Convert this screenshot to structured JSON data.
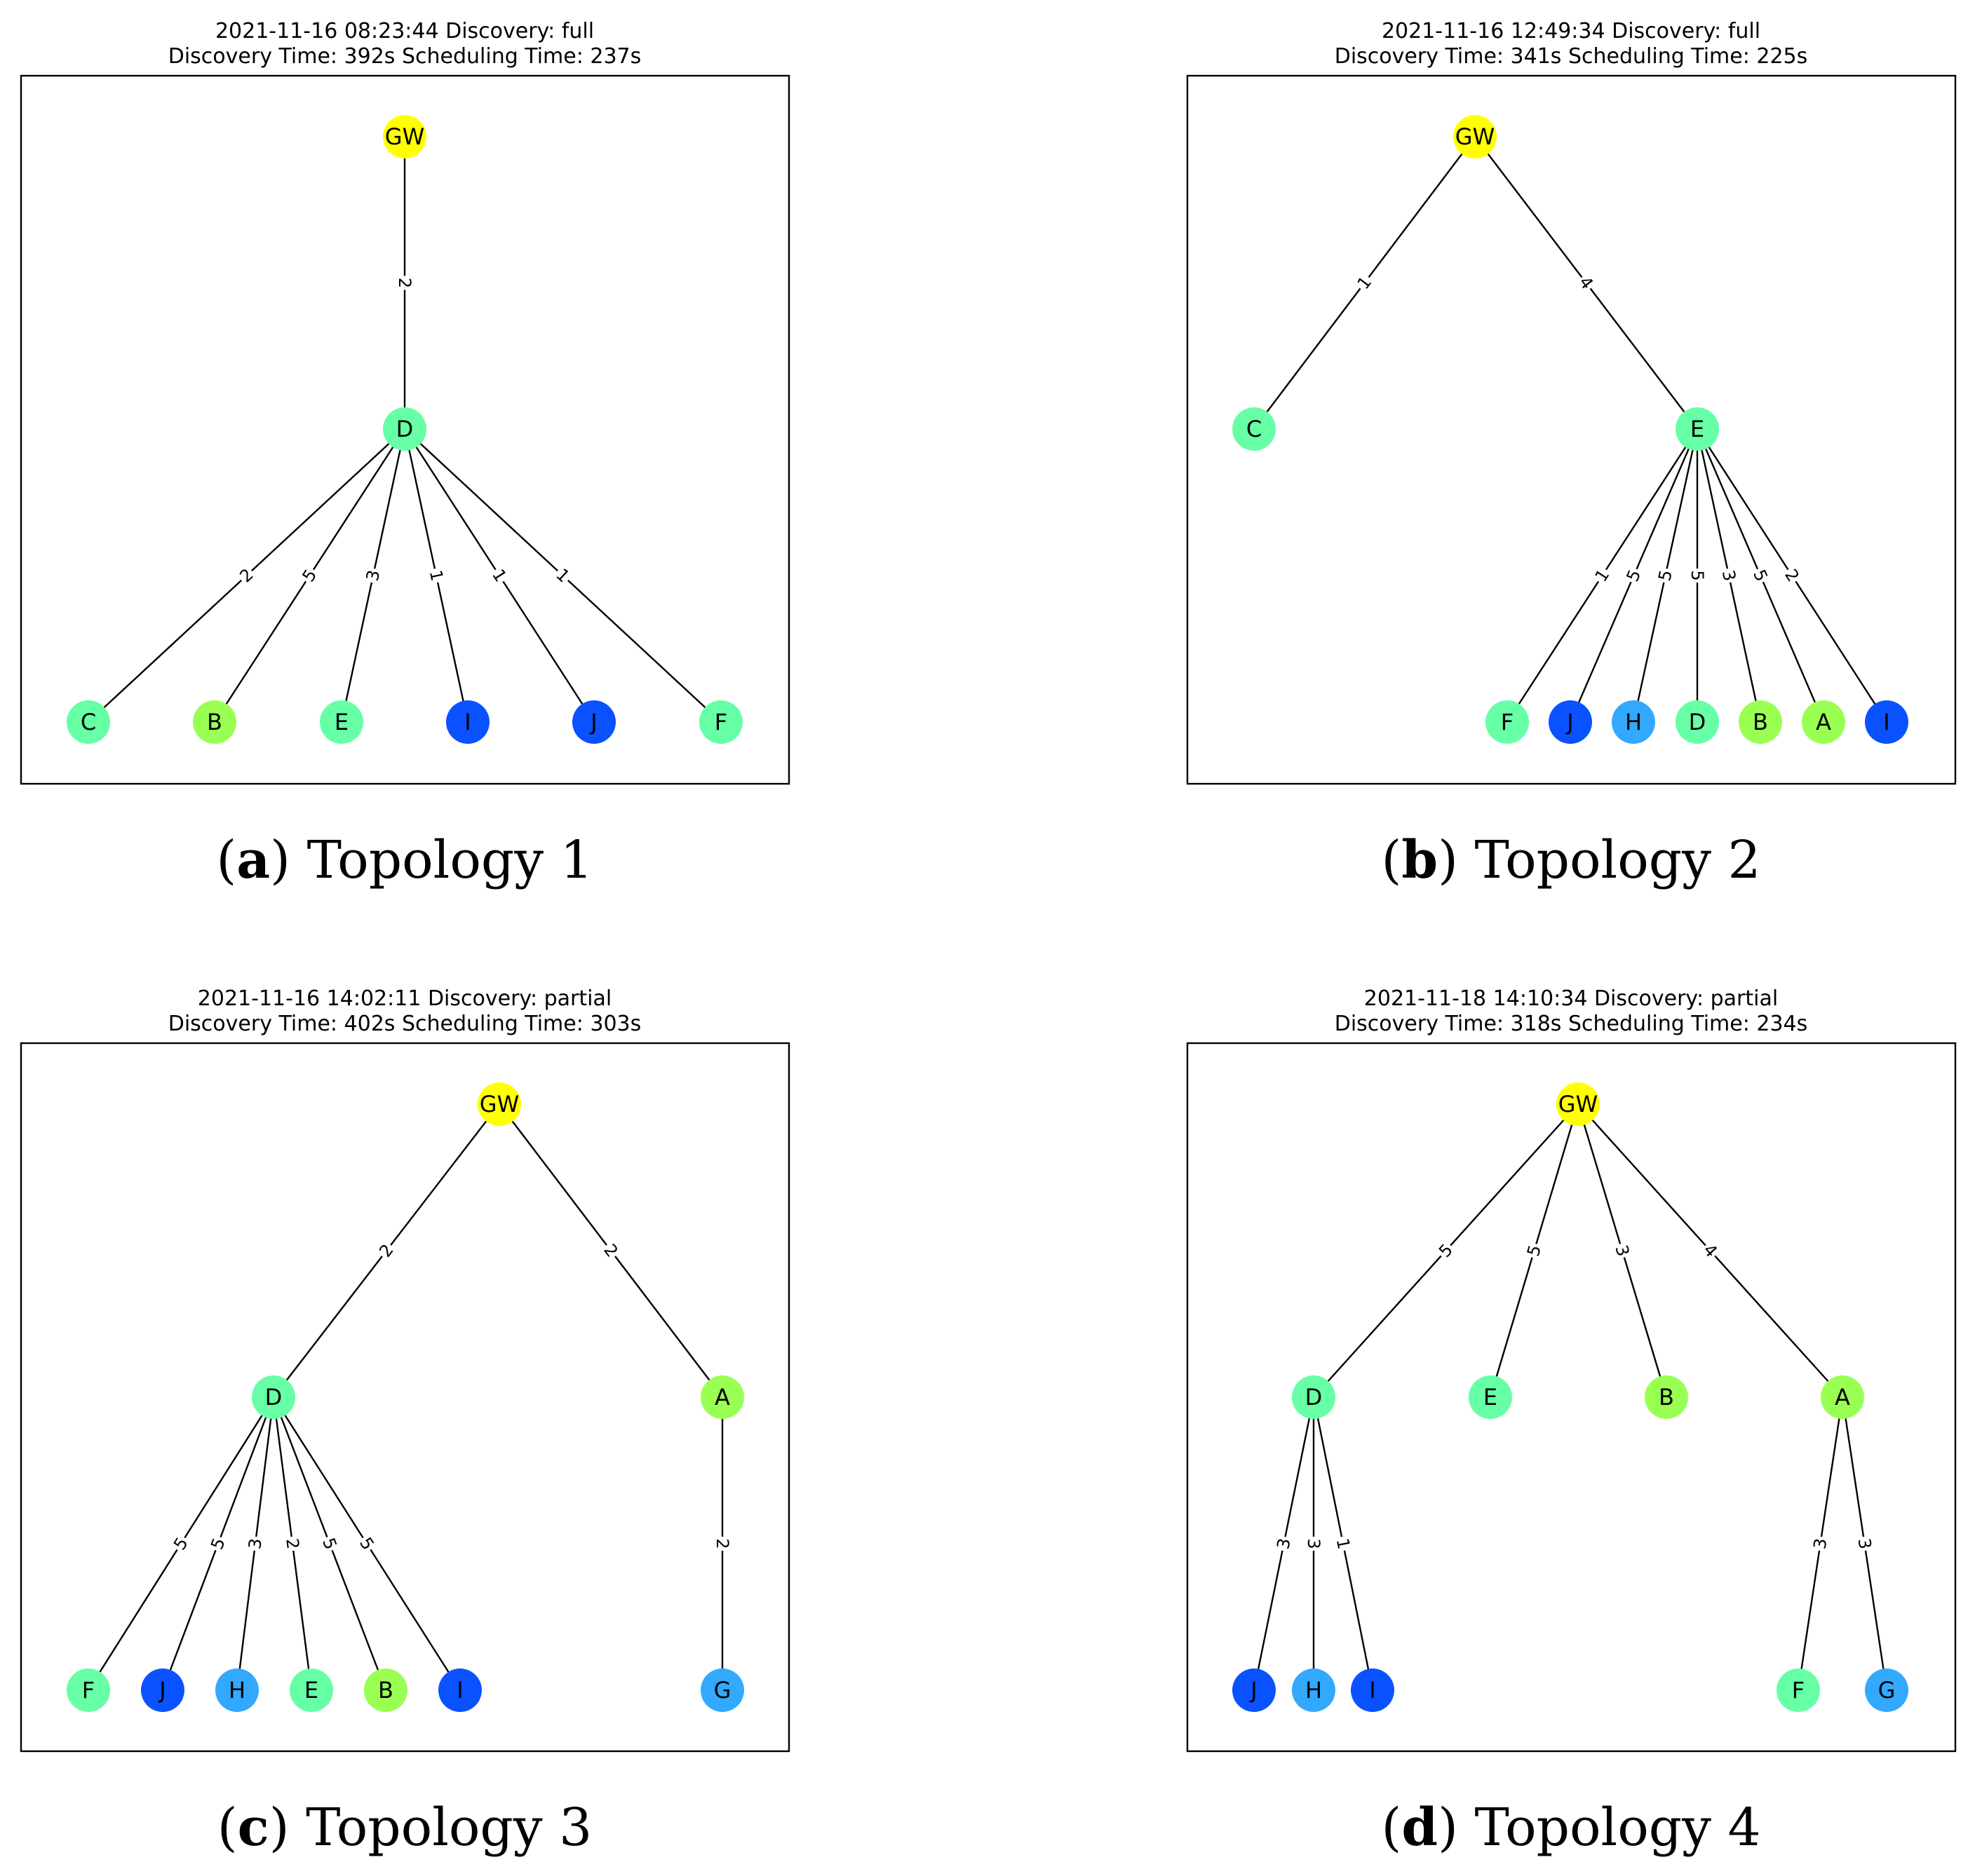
{
  "colors": {
    "gateway": "#ffff00",
    "green": "#66ffa6",
    "lime": "#99ff52",
    "blue": "#0a52ff",
    "lightblue": "#33a8ff"
  },
  "panels": [
    {
      "title_line1": "2021-11-16 08:23:44 Discovery: full",
      "title_line2": "Discovery Time: 392s Scheduling Time: 237s",
      "caption_letter": "a",
      "caption_text": "Topology 1",
      "nodes": [
        {
          "label": "GW",
          "color": "gateway"
        },
        {
          "label": "D",
          "color": "green"
        },
        {
          "label": "C",
          "color": "green"
        },
        {
          "label": "B",
          "color": "lime"
        },
        {
          "label": "E",
          "color": "green"
        },
        {
          "label": "I",
          "color": "blue"
        },
        {
          "label": "J",
          "color": "blue"
        },
        {
          "label": "F",
          "color": "green"
        }
      ],
      "edges": [
        {
          "from": "GW",
          "to": "D",
          "label": "2"
        },
        {
          "from": "D",
          "to": "C",
          "label": "2"
        },
        {
          "from": "D",
          "to": "B",
          "label": "5"
        },
        {
          "from": "D",
          "to": "E",
          "label": "3"
        },
        {
          "from": "D",
          "to": "I",
          "label": "1"
        },
        {
          "from": "D",
          "to": "J",
          "label": "1"
        },
        {
          "from": "D",
          "to": "F",
          "label": "1"
        }
      ]
    },
    {
      "title_line1": "2021-11-16 12:49:34 Discovery: full",
      "title_line2": "Discovery Time: 341s Scheduling Time: 225s",
      "caption_letter": "b",
      "caption_text": "Topology 2",
      "nodes": [
        {
          "label": "GW",
          "color": "gateway"
        },
        {
          "label": "C",
          "color": "green"
        },
        {
          "label": "E",
          "color": "green"
        },
        {
          "label": "F",
          "color": "green"
        },
        {
          "label": "J",
          "color": "blue"
        },
        {
          "label": "H",
          "color": "lightblue"
        },
        {
          "label": "D",
          "color": "green"
        },
        {
          "label": "B",
          "color": "lime"
        },
        {
          "label": "A",
          "color": "lime"
        },
        {
          "label": "I",
          "color": "blue"
        }
      ],
      "edges": [
        {
          "from": "GW",
          "to": "C",
          "label": "1"
        },
        {
          "from": "GW",
          "to": "E",
          "label": "4"
        },
        {
          "from": "E",
          "to": "F",
          "label": "1"
        },
        {
          "from": "E",
          "to": "J",
          "label": "5"
        },
        {
          "from": "E",
          "to": "H",
          "label": "5"
        },
        {
          "from": "E",
          "to": "D",
          "label": "5"
        },
        {
          "from": "E",
          "to": "B",
          "label": "3"
        },
        {
          "from": "E",
          "to": "A",
          "label": "5"
        },
        {
          "from": "E",
          "to": "I",
          "label": "2"
        }
      ]
    },
    {
      "title_line1": "2021-11-16 14:02:11 Discovery: partial",
      "title_line2": "Discovery Time: 402s Scheduling Time: 303s",
      "caption_letter": "c",
      "caption_text": "Topology 3",
      "nodes": [
        {
          "label": "GW",
          "color": "gateway"
        },
        {
          "label": "D",
          "color": "green"
        },
        {
          "label": "A",
          "color": "lime"
        },
        {
          "label": "F",
          "color": "green"
        },
        {
          "label": "J",
          "color": "blue"
        },
        {
          "label": "H",
          "color": "lightblue"
        },
        {
          "label": "E",
          "color": "green"
        },
        {
          "label": "B",
          "color": "lime"
        },
        {
          "label": "I",
          "color": "blue"
        },
        {
          "label": "G",
          "color": "lightblue"
        }
      ],
      "edges": [
        {
          "from": "GW",
          "to": "D",
          "label": "2"
        },
        {
          "from": "GW",
          "to": "A",
          "label": "2"
        },
        {
          "from": "D",
          "to": "F",
          "label": "5"
        },
        {
          "from": "D",
          "to": "J",
          "label": "5"
        },
        {
          "from": "D",
          "to": "H",
          "label": "3"
        },
        {
          "from": "D",
          "to": "E",
          "label": "2"
        },
        {
          "from": "D",
          "to": "B",
          "label": "5"
        },
        {
          "from": "D",
          "to": "I",
          "label": "5"
        },
        {
          "from": "A",
          "to": "G",
          "label": "2"
        }
      ]
    },
    {
      "title_line1": "2021-11-18 14:10:34 Discovery: partial",
      "title_line2": "Discovery Time: 318s Scheduling Time: 234s",
      "caption_letter": "d",
      "caption_text": "Topology 4",
      "nodes": [
        {
          "label": "GW",
          "color": "gateway"
        },
        {
          "label": "D",
          "color": "green"
        },
        {
          "label": "E",
          "color": "green"
        },
        {
          "label": "B",
          "color": "lime"
        },
        {
          "label": "A",
          "color": "lime"
        },
        {
          "label": "J",
          "color": "blue"
        },
        {
          "label": "H",
          "color": "lightblue"
        },
        {
          "label": "I",
          "color": "blue"
        },
        {
          "label": "F",
          "color": "green"
        },
        {
          "label": "G",
          "color": "lightblue"
        }
      ],
      "edges": [
        {
          "from": "GW",
          "to": "D",
          "label": "5"
        },
        {
          "from": "GW",
          "to": "E",
          "label": "5"
        },
        {
          "from": "GW",
          "to": "B",
          "label": "3"
        },
        {
          "from": "GW",
          "to": "A",
          "label": "4"
        },
        {
          "from": "D",
          "to": "J",
          "label": "3"
        },
        {
          "from": "D",
          "to": "H",
          "label": "3"
        },
        {
          "from": "D",
          "to": "I",
          "label": "1"
        },
        {
          "from": "A",
          "to": "F",
          "label": "3"
        },
        {
          "from": "A",
          "to": "G",
          "label": "3"
        }
      ]
    }
  ]
}
